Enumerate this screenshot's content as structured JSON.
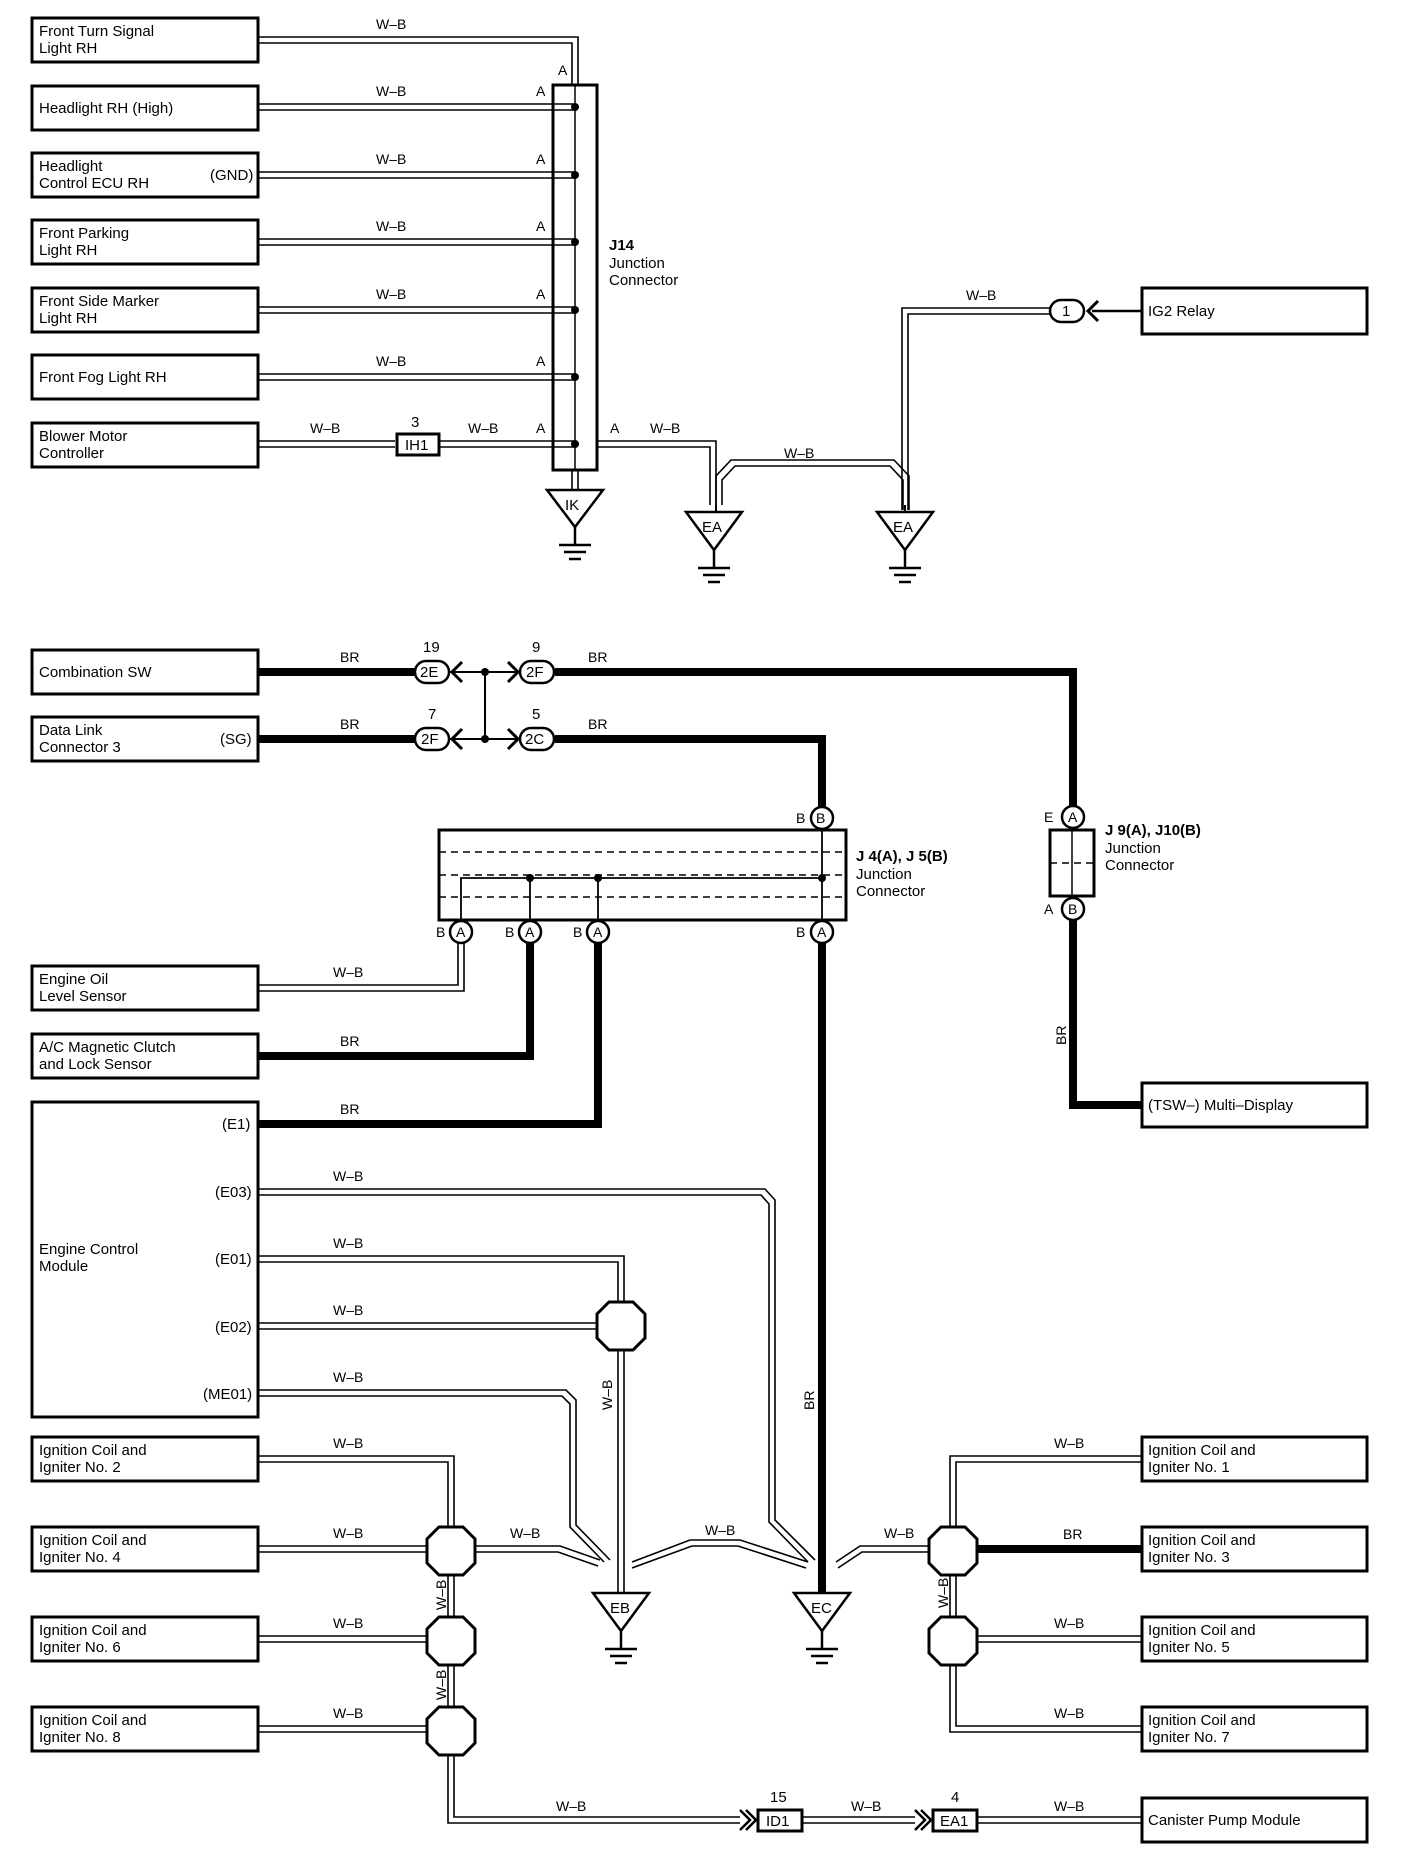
{
  "wire_colors": {
    "wb": "W–B",
    "br": "BR"
  },
  "top_section": {
    "components": [
      {
        "id": "front_turn_signal",
        "line1": "Front Turn Signal",
        "line2": "Light RH",
        "pin": ""
      },
      {
        "id": "headlight_high",
        "line1": "Headlight RH (High)",
        "line2": "",
        "pin": ""
      },
      {
        "id": "headlight_ecu",
        "line1": "Headlight",
        "line2": "Control ECU RH",
        "pin": "(GND)"
      },
      {
        "id": "front_parking",
        "line1": "Front Parking",
        "line2": "Light RH",
        "pin": ""
      },
      {
        "id": "front_side_marker",
        "line1": "Front Side Marker",
        "line2": "Light RH",
        "pin": ""
      },
      {
        "id": "front_fog",
        "line1": "Front Fog Light RH",
        "line2": "",
        "pin": ""
      },
      {
        "id": "blower_motor",
        "line1": "Blower Motor",
        "line2": "Controller",
        "pin": ""
      }
    ],
    "j14": {
      "code": "J14",
      "line1": "Junction",
      "line2": "Connector",
      "pin": "A"
    },
    "ih1": {
      "pin": "3",
      "code": "IH1"
    },
    "ig2_relay": {
      "label": "IG2 Relay",
      "pin": "1"
    },
    "grounds": [
      "IK",
      "EA",
      "EA"
    ]
  },
  "bottom_section": {
    "combination_sw": {
      "label": "Combination SW"
    },
    "data_link": {
      "line1": "Data Link",
      "line2": "Connector 3",
      "pin": "(SG)"
    },
    "connectors": [
      {
        "pin": "19",
        "code": "2E"
      },
      {
        "pin": "9",
        "code": "2F"
      },
      {
        "pin": "7",
        "code": "2F"
      },
      {
        "pin": "5",
        "code": "2C"
      }
    ],
    "j4j5": {
      "code": "J 4(A), J 5(B)",
      "line1": "Junction",
      "line2": "Connector",
      "pin_a": "A",
      "pin_b": "B"
    },
    "j9j10": {
      "code": "J 9(A), J10(B)",
      "line1": "Junction",
      "line2": "Connector",
      "pin_a": "A",
      "pin_b": "B",
      "pin_e": "E"
    },
    "multi_display": {
      "label": "(TSW–)  Multi–Display"
    },
    "engine_oil": {
      "line1": "Engine Oil",
      "line2": "Level Sensor"
    },
    "ac_clutch": {
      "line1": "A/C Magnetic Clutch",
      "line2": "and Lock Sensor"
    },
    "ecm": {
      "line1": "Engine Control",
      "line2": "Module",
      "pins": [
        "(E1)",
        "(E03)",
        "(E01)",
        "(E02)",
        "(ME01)"
      ]
    },
    "ignition_left": [
      {
        "line1": "Ignition Coil and",
        "line2": "Igniter No. 2"
      },
      {
        "line1": "Ignition Coil and",
        "line2": "Igniter No. 4"
      },
      {
        "line1": "Ignition Coil and",
        "line2": "Igniter No. 6"
      },
      {
        "line1": "Ignition Coil and",
        "line2": "Igniter No. 8"
      }
    ],
    "ignition_right": [
      {
        "line1": "Ignition Coil and",
        "line2": "Igniter No. 1"
      },
      {
        "line1": "Ignition Coil and",
        "line2": "Igniter No. 3"
      },
      {
        "line1": "Ignition Coil and",
        "line2": "Igniter No. 5"
      },
      {
        "line1": "Ignition Coil and",
        "line2": "Igniter No. 7"
      }
    ],
    "grounds": [
      "EB",
      "EC"
    ],
    "id1": {
      "pin": "15",
      "code": "ID1"
    },
    "ea1": {
      "pin": "4",
      "code": "EA1"
    },
    "canister": {
      "label": "Canister Pump Module"
    }
  }
}
